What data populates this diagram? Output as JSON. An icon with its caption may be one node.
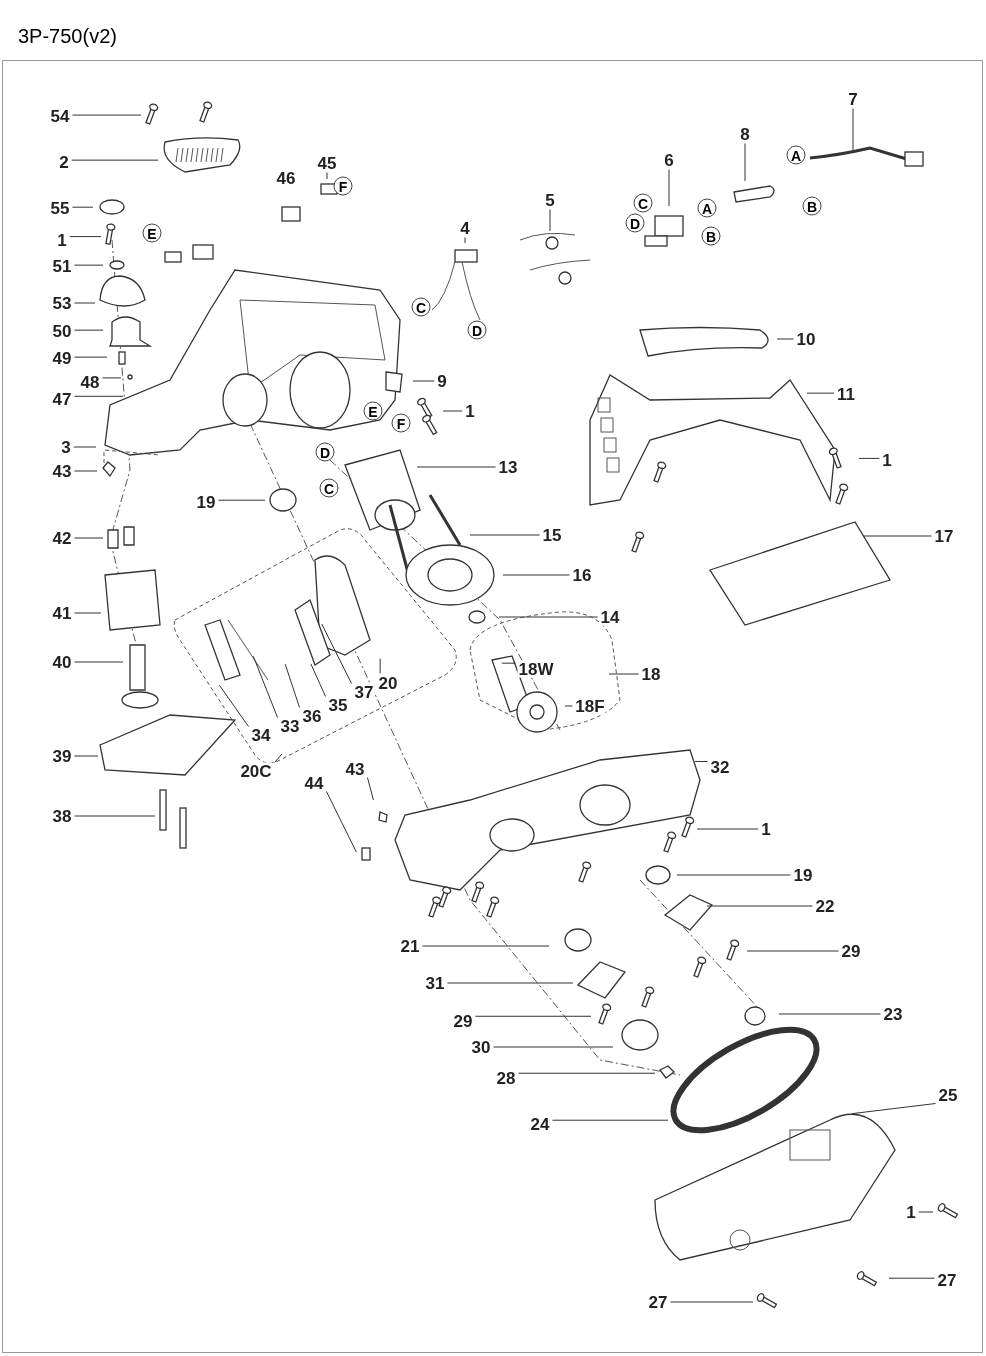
{
  "diagram": {
    "title": "3P-750(v2)",
    "nodes": [
      {
        "text": [
          "54"
        ]
      },
      {
        "text": [
          "2"
        ]
      },
      {
        "text": [
          "46"
        ]
      },
      {
        "text": [
          "45"
        ]
      },
      {
        "text": [
          "F"
        ]
      },
      {
        "text": [
          "7"
        ]
      },
      {
        "text": [
          "8"
        ]
      },
      {
        "text": [
          "A"
        ]
      },
      {
        "text": [
          "6"
        ]
      },
      {
        "text": [
          "5"
        ]
      },
      {
        "text": [
          "B"
        ]
      },
      {
        "text": [
          "C"
        ]
      },
      {
        "text": [
          "A"
        ]
      },
      {
        "text": [
          "55"
        ]
      },
      {
        "text": [
          "4"
        ]
      },
      {
        "text": [
          "D"
        ]
      },
      {
        "text": [
          "E"
        ]
      },
      {
        "text": [
          "B"
        ]
      },
      {
        "text": [
          "1"
        ]
      },
      {
        "text": [
          "51"
        ]
      },
      {
        "text": [
          "53"
        ]
      },
      {
        "text": [
          "C"
        ]
      },
      {
        "text": [
          "D"
        ]
      },
      {
        "text": [
          "50"
        ]
      },
      {
        "text": [
          "10"
        ]
      },
      {
        "text": [
          "49"
        ]
      },
      {
        "text": [
          "48"
        ]
      },
      {
        "text": [
          "9"
        ]
      },
      {
        "text": [
          "11"
        ]
      },
      {
        "text": [
          "47"
        ]
      },
      {
        "text": [
          "E"
        ]
      },
      {
        "text": [
          "1"
        ]
      },
      {
        "text": [
          "F"
        ]
      },
      {
        "text": [
          "3"
        ]
      },
      {
        "text": [
          "D"
        ]
      },
      {
        "text": [
          "1"
        ]
      },
      {
        "text": [
          "13"
        ]
      },
      {
        "text": [
          "43"
        ]
      },
      {
        "text": [
          "C"
        ]
      },
      {
        "text": [
          "19"
        ]
      },
      {
        "text": [
          "15"
        ]
      },
      {
        "text": [
          "17"
        ]
      },
      {
        "text": [
          "42"
        ]
      },
      {
        "text": [
          "16"
        ]
      },
      {
        "text": [
          "41"
        ]
      },
      {
        "text": [
          "14"
        ]
      },
      {
        "text": [
          "40"
        ]
      },
      {
        "text": [
          "18W"
        ]
      },
      {
        "text": [
          "18"
        ]
      },
      {
        "text": [
          "20"
        ]
      },
      {
        "text": [
          "37"
        ]
      },
      {
        "text": [
          "35"
        ]
      },
      {
        "text": [
          "18F"
        ]
      },
      {
        "text": [
          "36"
        ]
      },
      {
        "text": [
          "33"
        ]
      },
      {
        "text": [
          "34"
        ]
      },
      {
        "text": [
          "39"
        ]
      },
      {
        "text": [
          "32"
        ]
      },
      {
        "text": [
          "43"
        ]
      },
      {
        "text": [
          "20C"
        ]
      },
      {
        "text": [
          "44"
        ]
      },
      {
        "text": [
          "38"
        ]
      },
      {
        "text": [
          "1"
        ]
      },
      {
        "text": [
          "19"
        ]
      },
      {
        "text": [
          "22"
        ]
      },
      {
        "text": [
          "21"
        ]
      },
      {
        "text": [
          "29"
        ]
      },
      {
        "text": [
          "31"
        ]
      },
      {
        "text": [
          "23"
        ]
      },
      {
        "text": [
          "29"
        ]
      },
      {
        "text": [
          "30"
        ]
      },
      {
        "text": [
          "28"
        ]
      },
      {
        "text": [
          "25"
        ]
      },
      {
        "text": [
          "24"
        ]
      },
      {
        "text": [
          "1"
        ]
      },
      {
        "text": [
          "27"
        ]
      },
      {
        "text": [
          "27"
        ]
      }
    ],
    "edges": [
      {
        "from": 0,
        "to": null,
        "arrow": "none"
      },
      {
        "from": 1,
        "to": null,
        "arrow": "none"
      },
      {
        "from": 3,
        "to": null,
        "arrow": "none"
      },
      {
        "from": 5,
        "to": null,
        "arrow": "none"
      },
      {
        "from": 6,
        "to": null,
        "arrow": "none"
      },
      {
        "from": 8,
        "to": null,
        "arrow": "none"
      },
      {
        "from": 9,
        "to": null,
        "arrow": "none"
      },
      {
        "from": 13,
        "to": null,
        "arrow": "none"
      },
      {
        "from": 14,
        "to": null,
        "arrow": "none"
      },
      {
        "from": 18,
        "to": null,
        "arrow": "none"
      },
      {
        "from": 19,
        "to": null,
        "arrow": "none"
      },
      {
        "from": 20,
        "to": null,
        "arrow": "none"
      },
      {
        "from": 23,
        "to": null,
        "arrow": "none"
      },
      {
        "from": 24,
        "to": null,
        "arrow": "none"
      },
      {
        "from": 25,
        "to": null,
        "arrow": "none"
      },
      {
        "from": 26,
        "to": null,
        "arrow": "none"
      },
      {
        "from": 27,
        "to": null,
        "arrow": "none"
      },
      {
        "from": 28,
        "to": null,
        "arrow": "none"
      },
      {
        "from": 29,
        "to": null,
        "arrow": "none"
      },
      {
        "from": 31,
        "to": null,
        "arrow": "none"
      },
      {
        "from": 33,
        "to": null,
        "arrow": "none"
      },
      {
        "from": 35,
        "to": null,
        "arrow": "none"
      },
      {
        "from": 36,
        "to": null,
        "arrow": "none"
      },
      {
        "from": 37,
        "to": null,
        "arrow": "none"
      },
      {
        "from": 39,
        "to": null,
        "arrow": "none"
      },
      {
        "from": 40,
        "to": null,
        "arrow": "none"
      },
      {
        "from": 41,
        "to": null,
        "arrow": "none"
      },
      {
        "from": 42,
        "to": null,
        "arrow": "none"
      },
      {
        "from": 43,
        "to": null,
        "arrow": "none"
      },
      {
        "from": 44,
        "to": null,
        "arrow": "none"
      },
      {
        "from": 45,
        "to": null,
        "arrow": "none"
      },
      {
        "from": 46,
        "to": null,
        "arrow": "none"
      },
      {
        "from": 47,
        "to": null,
        "arrow": "none"
      },
      {
        "from": 48,
        "to": null,
        "arrow": "none"
      },
      {
        "from": 49,
        "to": null,
        "arrow": "none"
      },
      {
        "from": 50,
        "to": null,
        "arrow": "none"
      },
      {
        "from": 51,
        "to": null,
        "arrow": "none"
      },
      {
        "from": 52,
        "to": null,
        "arrow": "none"
      },
      {
        "from": 53,
        "to": null,
        "arrow": "none"
      },
      {
        "from": 54,
        "to": null,
        "arrow": "none"
      },
      {
        "from": 55,
        "to": null,
        "arrow": "none"
      },
      {
        "from": 56,
        "to": null,
        "arrow": "none"
      },
      {
        "from": 57,
        "to": null,
        "arrow": "none"
      },
      {
        "from": 58,
        "to": null,
        "arrow": "none"
      },
      {
        "from": 59,
        "to": null,
        "arrow": "none"
      },
      {
        "from": 60,
        "to": null,
        "arrow": "none"
      },
      {
        "from": 61,
        "to": null,
        "arrow": "none"
      },
      {
        "from": 62,
        "to": null,
        "arrow": "none"
      },
      {
        "from": 63,
        "to": null,
        "arrow": "none"
      },
      {
        "from": 64,
        "to": null,
        "arrow": "none"
      },
      {
        "from": 65,
        "to": null,
        "arrow": "none"
      },
      {
        "from": 66,
        "to": null,
        "arrow": "none"
      },
      {
        "from": 67,
        "to": null,
        "arrow": "none"
      },
      {
        "from": 68,
        "to": null,
        "arrow": "none"
      },
      {
        "from": 69,
        "to": null,
        "arrow": "none"
      },
      {
        "from": 70,
        "to": null,
        "arrow": "none"
      },
      {
        "from": 71,
        "to": null,
        "arrow": "none"
      },
      {
        "from": 72,
        "to": null,
        "arrow": "none"
      },
      {
        "from": 73,
        "to": null,
        "arrow": "none"
      },
      {
        "from": 74,
        "to": null,
        "arrow": "none"
      },
      {
        "from": 75,
        "to": null,
        "arrow": "none"
      },
      {
        "from": 76,
        "to": null,
        "arrow": "none"
      }
    ]
  }
}
